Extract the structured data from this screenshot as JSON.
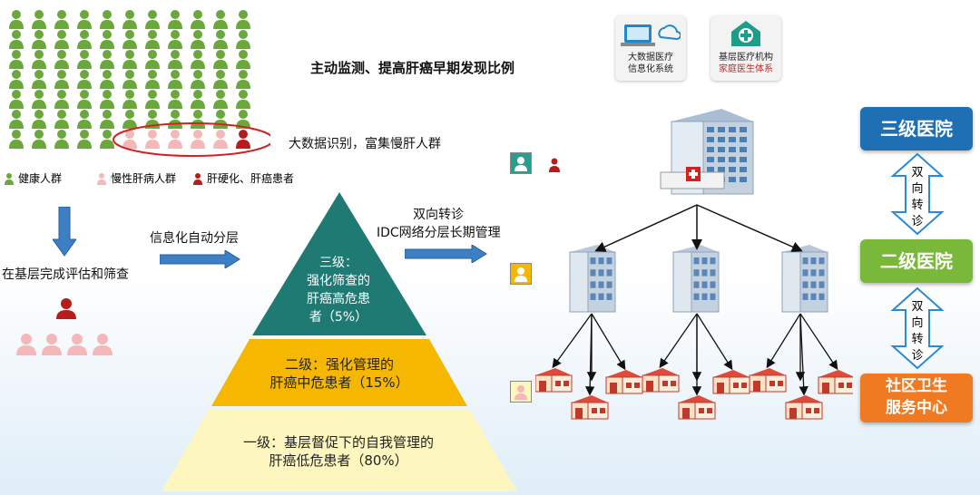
{
  "title": "主动监测、提高肝癌早期发现比例",
  "cards": [
    {
      "line1": "大数据医疗",
      "line2": "信息化系统",
      "line2_color": "#222222"
    },
    {
      "line1": "基层医疗机构",
      "line2": "家庭医生体系",
      "line2_color": "#d62020"
    }
  ],
  "crowd": {
    "annotation": "大数据识别，富集慢肝人群"
  },
  "legend": [
    {
      "label": "健康人群",
      "color": "#6aa83c"
    },
    {
      "label": "慢性肝病人群",
      "color": "#f4b8b8"
    },
    {
      "label": "肝硬化、肝癌患者",
      "color": "#b71c1c"
    }
  ],
  "flow": {
    "step1": "在基层完成评估和筛查",
    "step2": "信息化自动分层",
    "step3_line1": "双向转诊",
    "step3_line2": "IDC网络分层长期管理"
  },
  "pyramid": {
    "tier3": [
      "三级：",
      "强化筛查的",
      "肝癌高危患",
      "者（5%）"
    ],
    "tier2": [
      "二级：强化管理的",
      "肝癌中危患者（15%）"
    ],
    "tier1": [
      "一级：基层督促下的自我管理的",
      "肝癌低危患者（80%）"
    ],
    "colors": {
      "tier3": "#1f7a73",
      "tier2": "#f5b700",
      "tier1": "#fdf6bf"
    }
  },
  "hospitals": {
    "level3": "三级医院",
    "level2": "二级医院",
    "community_line1": "社区卫生",
    "community_line2": "服务中心",
    "referral": [
      "双",
      "向",
      "转",
      "诊"
    ],
    "colors": {
      "level3": "#1f6fb5",
      "level2": "#7ab83a",
      "community": "#f07a22"
    }
  }
}
